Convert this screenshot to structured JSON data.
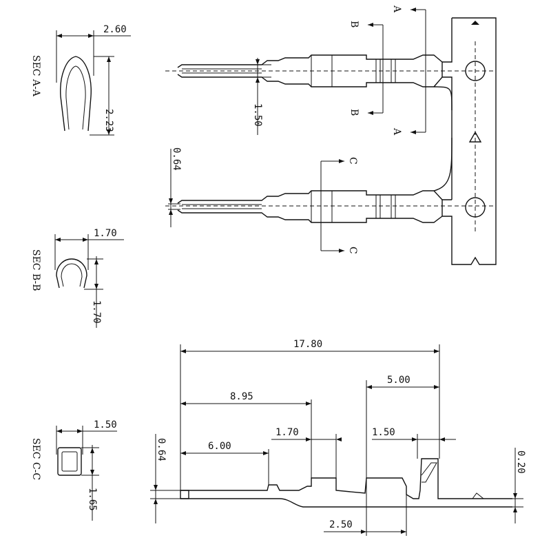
{
  "sections": {
    "aa": {
      "label": "SEC A-A",
      "width": "2.60",
      "height": "2.23"
    },
    "bb": {
      "label": "SEC B-B",
      "width": "1.70",
      "height": "1.70"
    },
    "cc": {
      "label": "SEC C-C",
      "width": "1.50",
      "height": "1.65"
    }
  },
  "top_view": {
    "cut_a": "A",
    "cut_b": "B",
    "cut_c": "C",
    "dim_pin_width": "1.50",
    "dim_pin_thickness": "0.64"
  },
  "side_view": {
    "overall_length": "17.80",
    "length_to_insulation": "8.95",
    "contact_length": "6.00",
    "insulation_barrel": "1.70",
    "crimp_length": "5.00",
    "wire_barrel": "1.50",
    "carrier_width": "2.50",
    "thickness": "0.64",
    "carrier_thickness": "0.20"
  }
}
